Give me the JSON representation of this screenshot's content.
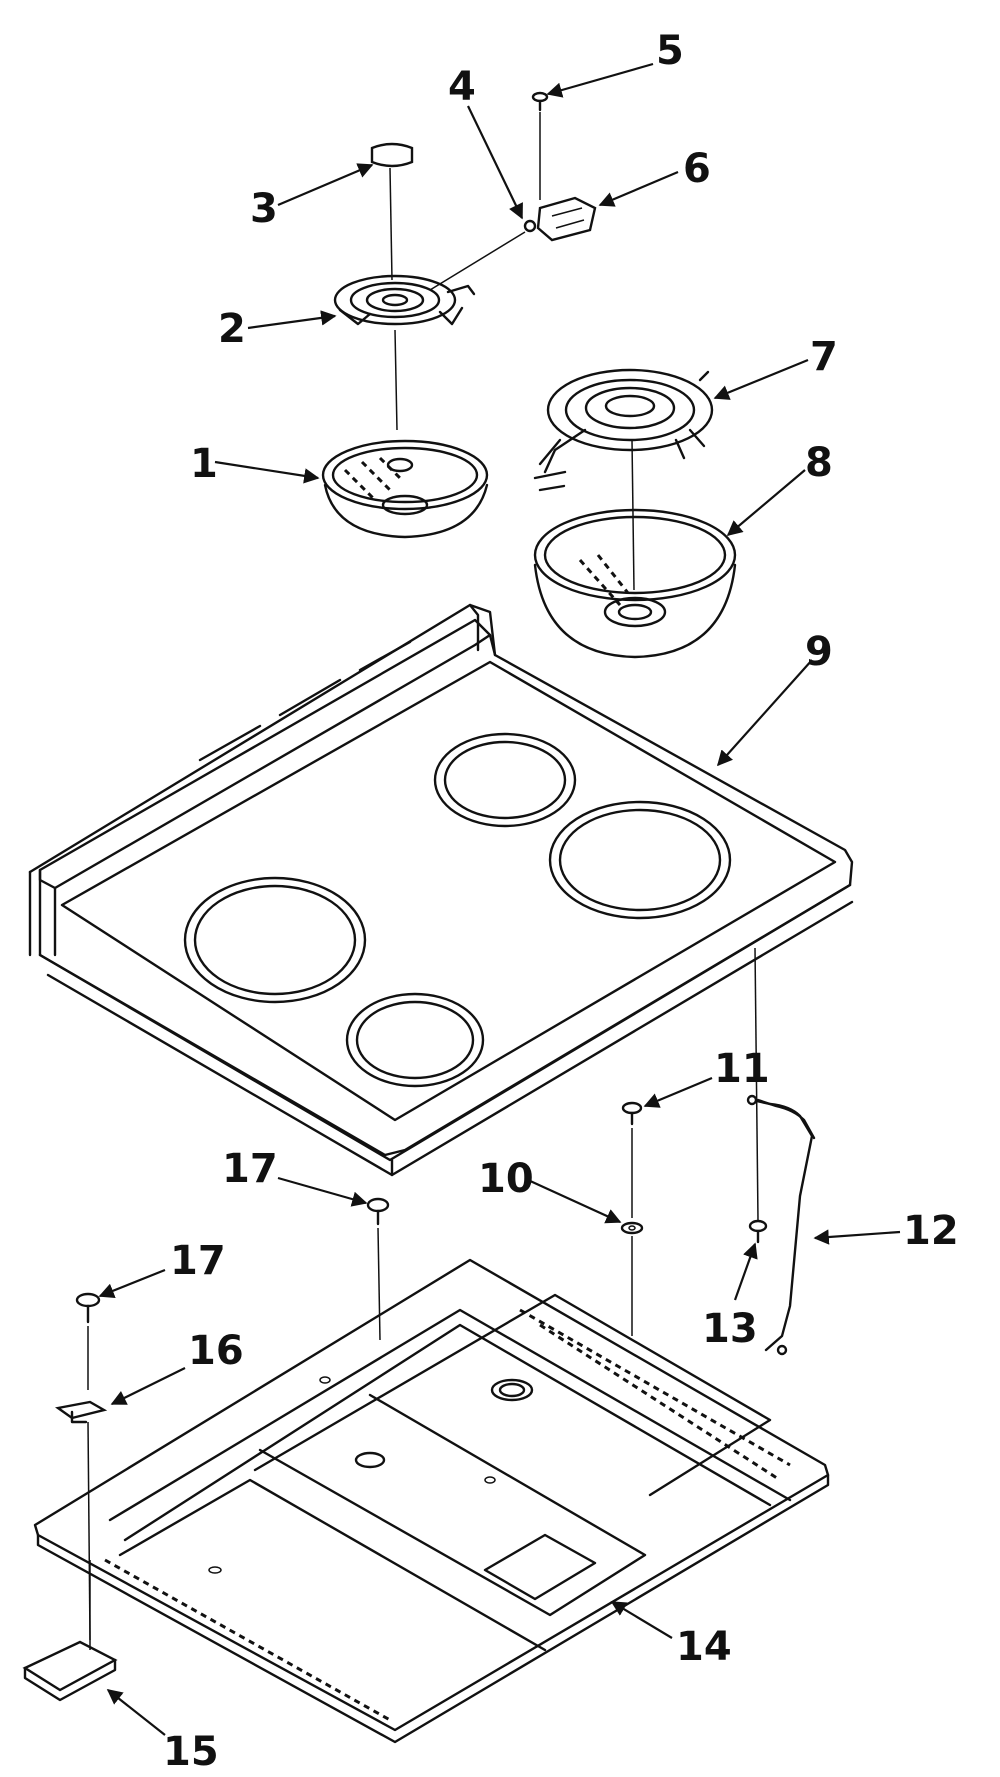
{
  "callouts": [
    {
      "id": "1",
      "text": "1"
    },
    {
      "id": "2",
      "text": "2"
    },
    {
      "id": "3",
      "text": "3"
    },
    {
      "id": "4",
      "text": "4"
    },
    {
      "id": "5",
      "text": "5"
    },
    {
      "id": "6",
      "text": "6"
    },
    {
      "id": "7",
      "text": "7"
    },
    {
      "id": "8",
      "text": "8"
    },
    {
      "id": "9",
      "text": "9"
    },
    {
      "id": "10",
      "text": "10"
    },
    {
      "id": "11",
      "text": "11"
    },
    {
      "id": "12",
      "text": "12"
    },
    {
      "id": "13",
      "text": "13"
    },
    {
      "id": "14",
      "text": "14"
    },
    {
      "id": "15",
      "text": "15"
    },
    {
      "id": "16",
      "text": "16"
    },
    {
      "id": "17a",
      "text": "17"
    },
    {
      "id": "17b",
      "text": "17"
    }
  ]
}
